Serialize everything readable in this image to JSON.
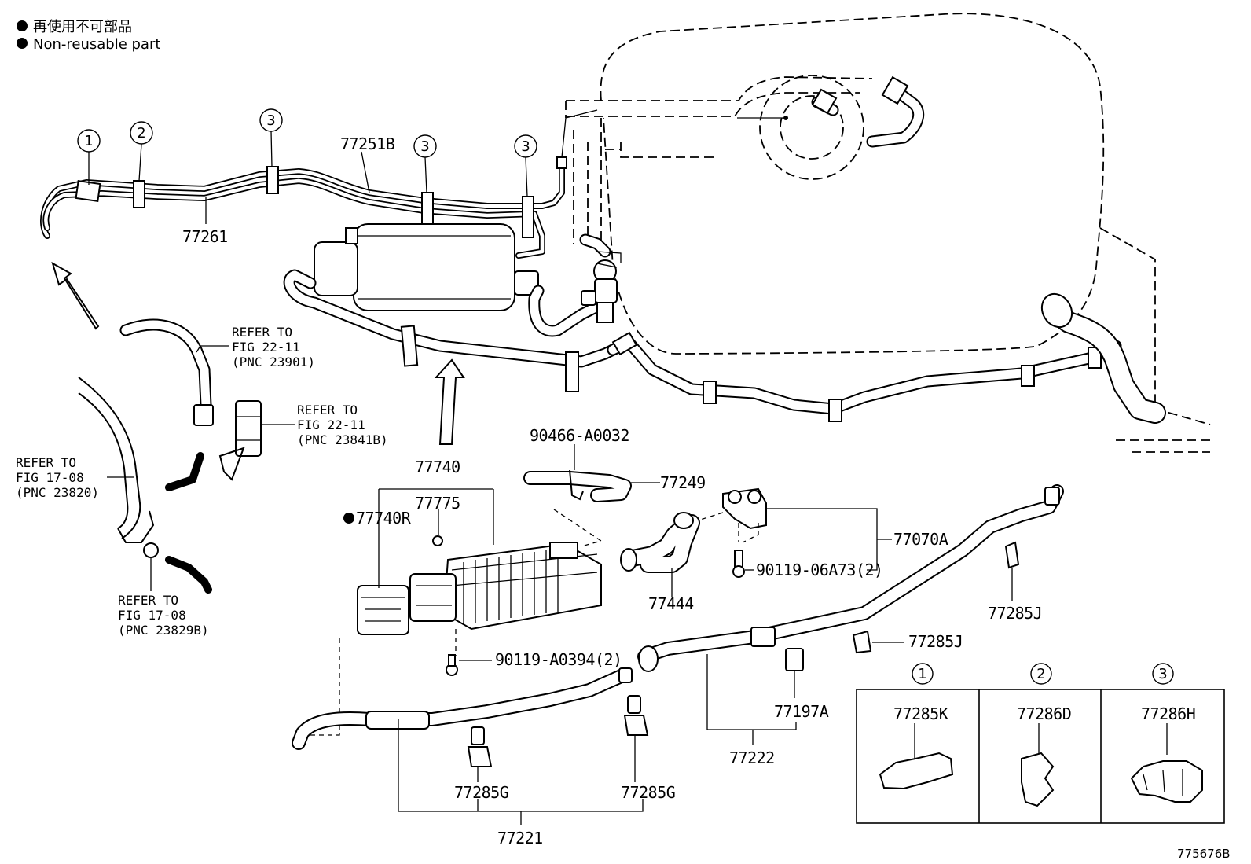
{
  "legend": {
    "jp": "再使用不可部品",
    "en": "Non-reusable part"
  },
  "clip_circles": [
    "1",
    "2",
    "3"
  ],
  "labels": {
    "p77251B": "77251B",
    "p77261": "77261",
    "p77740": "77740",
    "p77775": "77775",
    "p77740R": "77740R",
    "p90466": "90466-A0032",
    "p77249": "77249",
    "p77070A": "77070A",
    "p90119_06A73": "90119-06A73(2)",
    "p77444": "77444",
    "p77285J_a": "77285J",
    "p77285J_b": "77285J",
    "p90119_A0394": "90119-A0394(2)",
    "p77197A": "77197A",
    "p77222": "77222",
    "p77285G_a": "77285G",
    "p77285G_b": "77285G",
    "p77221": "77221"
  },
  "refers": {
    "r1": [
      "REFER TO",
      "FIG 22-11",
      "(PNC 23901)"
    ],
    "r2": [
      "REFER TO",
      "FIG 22-11",
      "(PNC 23841B)"
    ],
    "r3": [
      "REFER TO",
      "FIG 17-08",
      "(PNC 23820)"
    ],
    "r4": [
      "REFER TO",
      "FIG 17-08",
      "(PNC 23829B)"
    ]
  },
  "clip_table": {
    "headers": [
      "1",
      "2",
      "3"
    ],
    "parts": [
      "77285K",
      "77286D",
      "77286H"
    ]
  },
  "figure_id": "775676B"
}
